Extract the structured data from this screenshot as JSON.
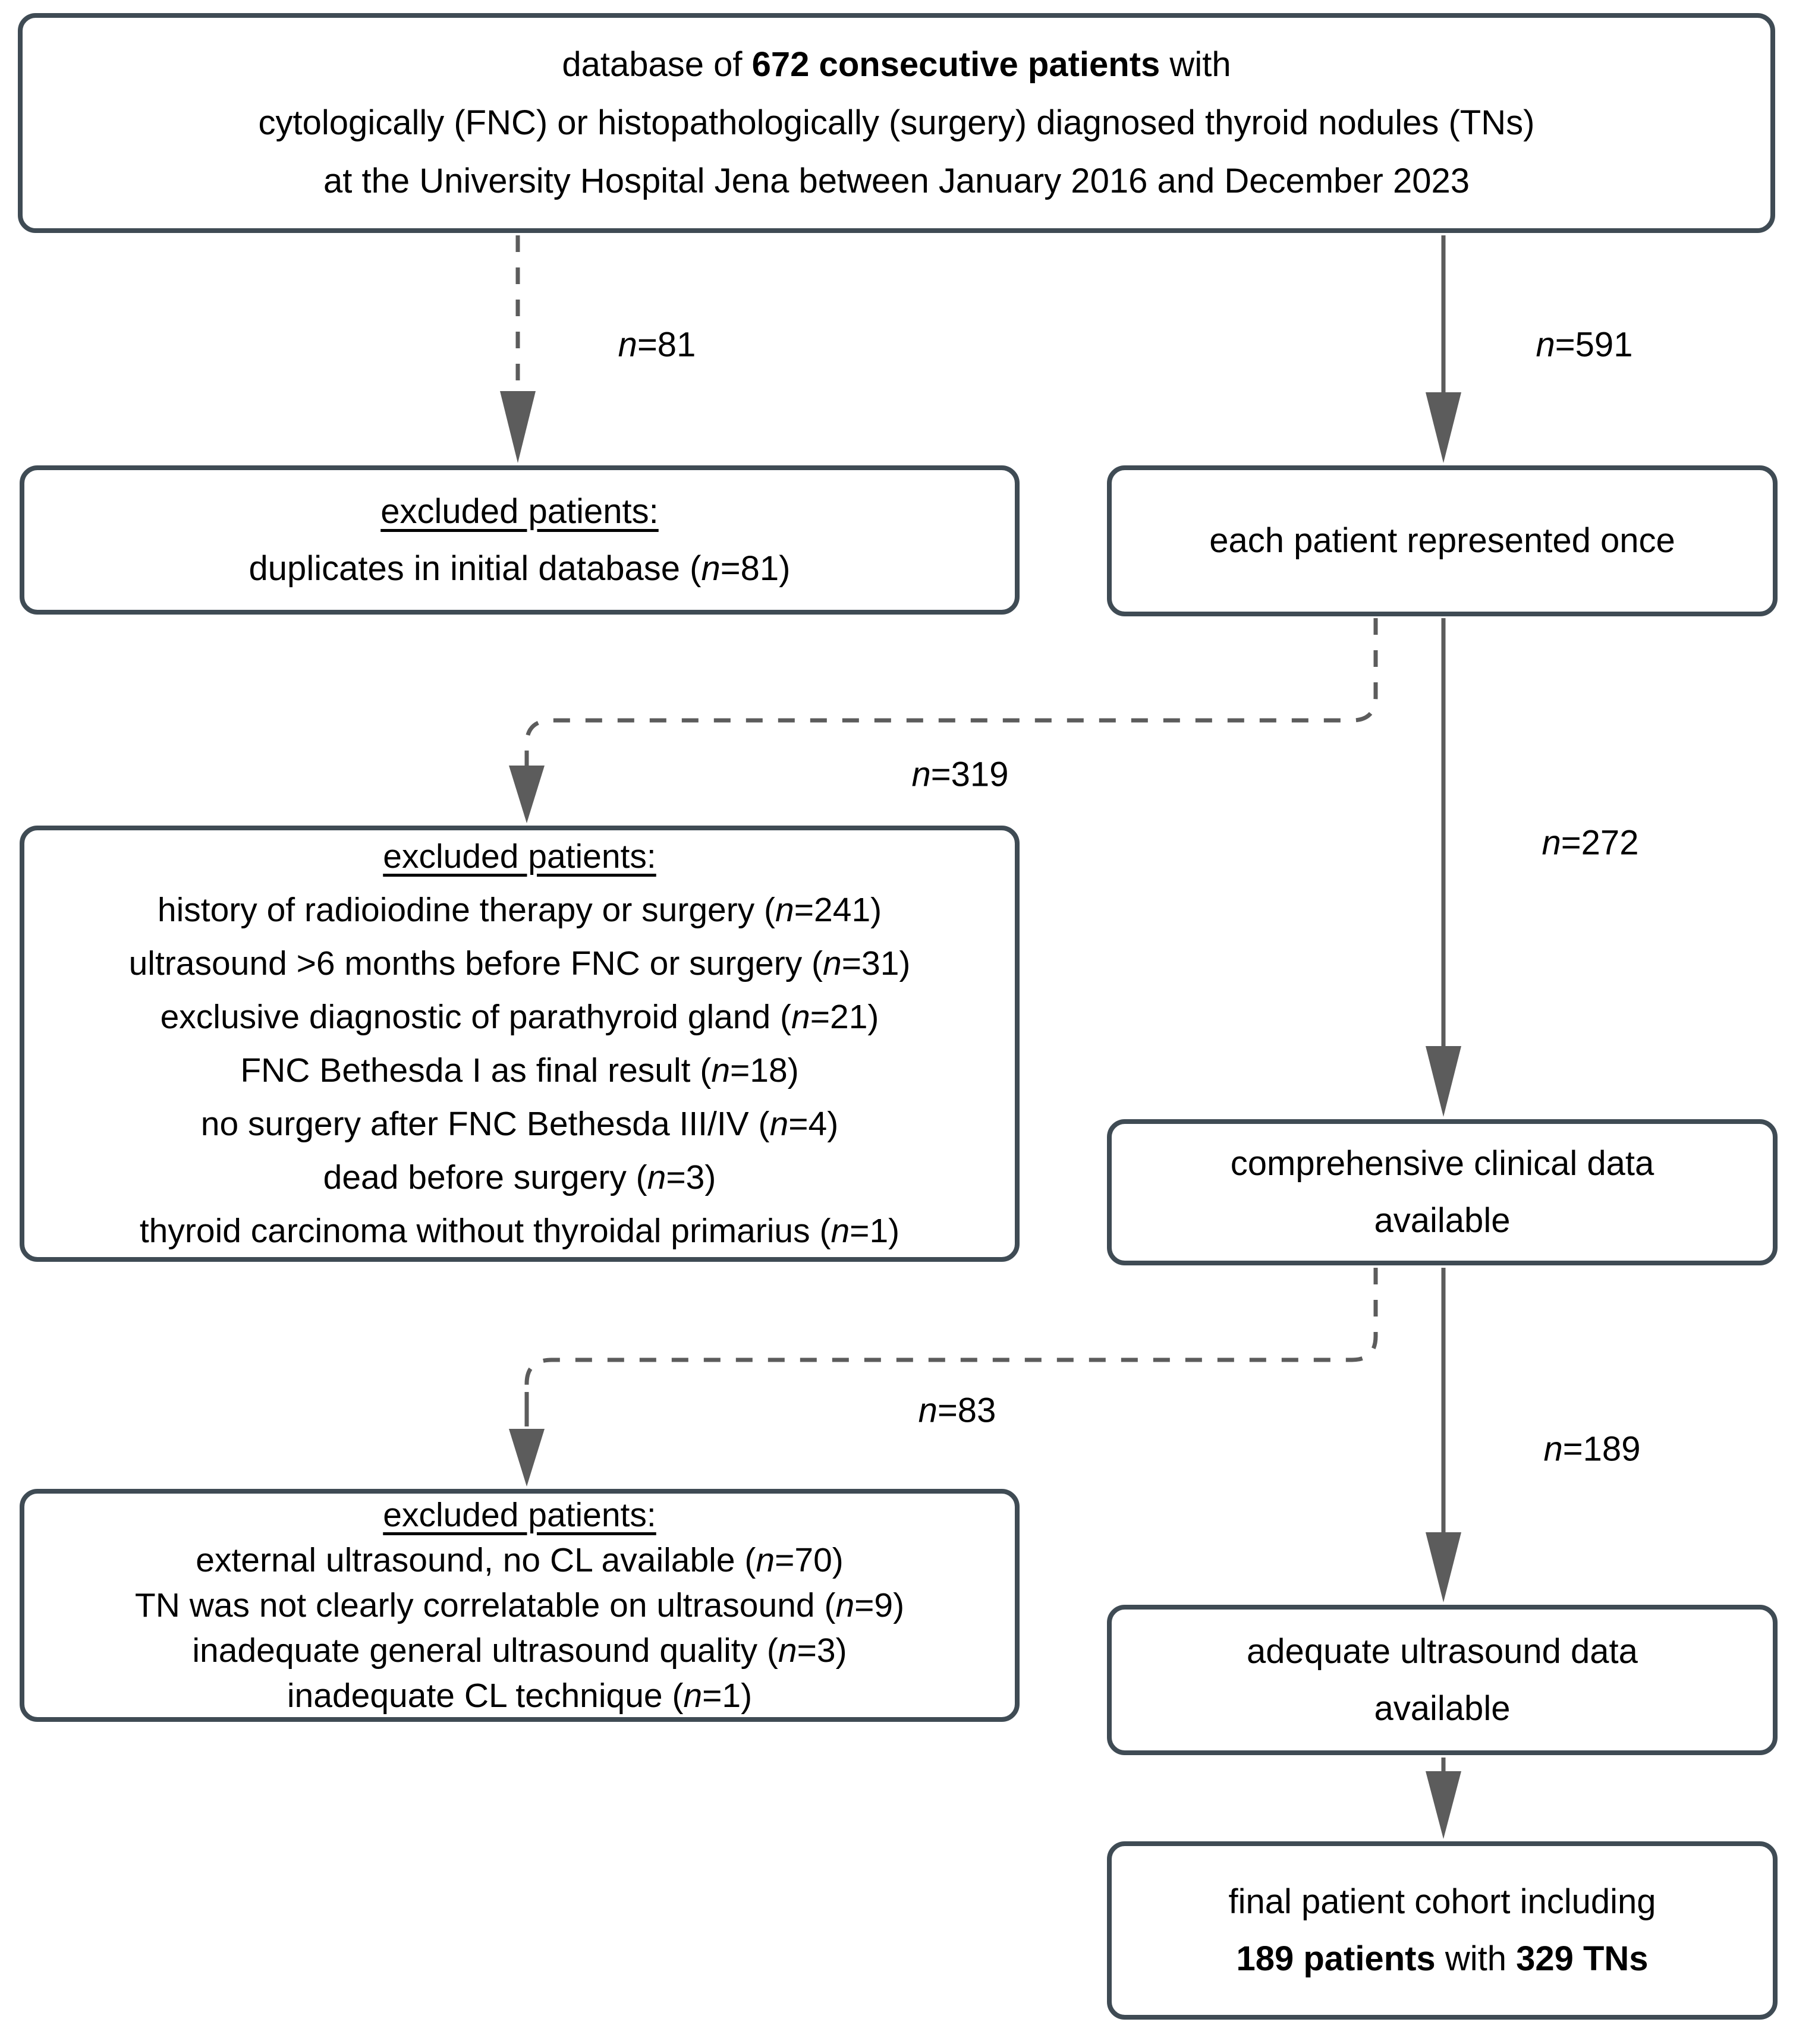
{
  "diagram_title": "patient inclusion flowchart",
  "colors": {
    "background": "#ffffff",
    "box_border": "#3f4b54",
    "connector": "#5c5c5c",
    "text": "#000000"
  },
  "boxes": {
    "database": {
      "lines": [
        [
          {
            "t": "database of "
          },
          {
            "t": "672 consecutive patients",
            "b": true
          },
          {
            "t": " with"
          }
        ],
        [
          {
            "t": "cytologically (FNC) or histopathologically (surgery) diagnosed thyroid nodules (TNs)"
          }
        ],
        [
          {
            "t": "at the University Hospital Jena between January 2016 and December 2023"
          }
        ]
      ]
    },
    "excluded_duplicates": {
      "lines": [
        [
          {
            "t": "excluded patients:",
            "u": true
          }
        ],
        [
          {
            "t": "duplicates in initial database ("
          },
          {
            "t": "n",
            "i": true
          },
          {
            "t": "=81)"
          }
        ]
      ]
    },
    "each_patient_once": {
      "lines": [
        [
          {
            "t": "each patient represented once"
          }
        ]
      ]
    },
    "excluded_clinical": {
      "lines": [
        [
          {
            "t": "excluded patients:",
            "u": true
          }
        ],
        [
          {
            "t": "history of radioiodine therapy or surgery ("
          },
          {
            "t": "n",
            "i": true
          },
          {
            "t": "=241)"
          }
        ],
        [
          {
            "t": "ultrasound >6 months before FNC or surgery ("
          },
          {
            "t": "n",
            "i": true
          },
          {
            "t": "=31)"
          }
        ],
        [
          {
            "t": "exclusive diagnostic of parathyroid gland ("
          },
          {
            "t": "n",
            "i": true
          },
          {
            "t": "=21)"
          }
        ],
        [
          {
            "t": "FNC Bethesda I as final result ("
          },
          {
            "t": "n",
            "i": true
          },
          {
            "t": "=18)"
          }
        ],
        [
          {
            "t": "no surgery after FNC Bethesda III/IV ("
          },
          {
            "t": "n",
            "i": true
          },
          {
            "t": "=4)"
          }
        ],
        [
          {
            "t": "dead before surgery ("
          },
          {
            "t": "n",
            "i": true
          },
          {
            "t": "=3)"
          }
        ],
        [
          {
            "t": "thyroid carcinoma without thyroidal primarius ("
          },
          {
            "t": "n",
            "i": true
          },
          {
            "t": "=1)"
          }
        ]
      ]
    },
    "clinical_data": {
      "lines": [
        [
          {
            "t": "comprehensive clinical data"
          }
        ],
        [
          {
            "t": "available"
          }
        ]
      ]
    },
    "excluded_ultrasound": {
      "lines": [
        [
          {
            "t": "excluded patients:",
            "u": true
          }
        ],
        [
          {
            "t": "external ultrasound, no CL available ("
          },
          {
            "t": "n",
            "i": true
          },
          {
            "t": "=70)"
          }
        ],
        [
          {
            "t": "TN was not clearly correlatable on ultrasound ("
          },
          {
            "t": "n",
            "i": true
          },
          {
            "t": "=9)"
          }
        ],
        [
          {
            "t": "inadequate general ultrasound quality ("
          },
          {
            "t": "n",
            "i": true
          },
          {
            "t": "=3)"
          }
        ],
        [
          {
            "t": "inadequate CL technique ("
          },
          {
            "t": "n",
            "i": true
          },
          {
            "t": "=1)"
          }
        ]
      ]
    },
    "ultrasound_data": {
      "lines": [
        [
          {
            "t": "adequate ultrasound data"
          }
        ],
        [
          {
            "t": "available"
          }
        ]
      ]
    },
    "final_cohort": {
      "lines": [
        [
          {
            "t": "final patient cohort including"
          }
        ],
        [
          {
            "t": "189 patients",
            "b": true
          },
          {
            "t": " with "
          },
          {
            "t": "329 TNs",
            "b": true
          }
        ]
      ]
    }
  },
  "edge_labels": {
    "excluded_dup": [
      {
        "t": "n",
        "i": true
      },
      {
        "t": "=81"
      }
    ],
    "kept_once": [
      {
        "t": "n",
        "i": true
      },
      {
        "t": "=591"
      }
    ],
    "excluded_clinical": [
      {
        "t": "n",
        "i": true
      },
      {
        "t": "=319"
      }
    ],
    "kept_clinical": [
      {
        "t": "n",
        "i": true
      },
      {
        "t": "=272"
      }
    ],
    "excluded_ultrasound": [
      {
        "t": "n",
        "i": true
      },
      {
        "t": "=83"
      }
    ],
    "kept_ultrasound": [
      {
        "t": "n",
        "i": true
      },
      {
        "t": "=189"
      }
    ]
  }
}
